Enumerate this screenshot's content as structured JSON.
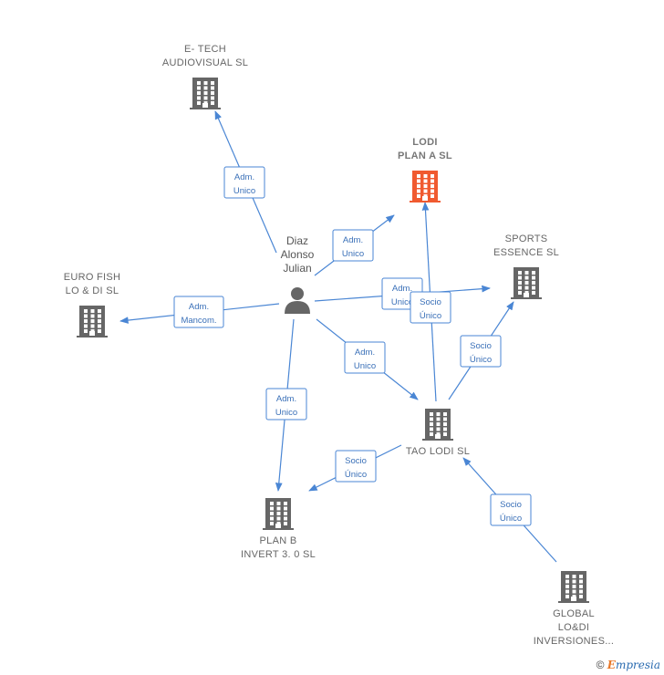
{
  "colors": {
    "edge": "#4a86d4",
    "building": "#666666",
    "building_highlight": "#f05a30",
    "person": "#666666",
    "label": "#666666"
  },
  "nodes": [
    {
      "id": "etech",
      "type": "company",
      "icon": "building-icon",
      "lines": [
        "E- TECH",
        "AUDIOVISUAL SL"
      ]
    },
    {
      "id": "lodi",
      "type": "company",
      "icon": "building-icon",
      "highlight": true,
      "lines": [
        "LODI",
        "PLAN A  SL"
      ]
    },
    {
      "id": "sports",
      "type": "company",
      "icon": "building-icon",
      "lines": [
        "SPORTS",
        "ESSENCE  SL"
      ]
    },
    {
      "id": "eurofish",
      "type": "company",
      "icon": "building-icon",
      "lines": [
        "EURO FISH",
        "LO & DI SL"
      ]
    },
    {
      "id": "person",
      "type": "person",
      "icon": "person-icon",
      "lines": [
        "Diaz",
        "Alonso",
        "Julian"
      ]
    },
    {
      "id": "tao",
      "type": "company",
      "icon": "building-icon",
      "lines": [
        "TAO LODI  SL"
      ]
    },
    {
      "id": "planb",
      "type": "company",
      "icon": "building-icon",
      "lines": [
        "PLAN B",
        "INVERT 3. 0  SL"
      ]
    },
    {
      "id": "global",
      "type": "company",
      "icon": "building-icon",
      "lines": [
        "GLOBAL",
        "LO&DI",
        "INVERSIONES..."
      ]
    }
  ],
  "edges": [
    {
      "from": "person",
      "to": "etech",
      "lines": [
        "Adm.",
        "Unico"
      ]
    },
    {
      "from": "person",
      "to": "lodi",
      "lines": [
        "Adm.",
        "Unico"
      ]
    },
    {
      "from": "person",
      "to": "sports",
      "lines": [
        "Adm.",
        "Unico"
      ]
    },
    {
      "from": "person",
      "to": "eurofish",
      "lines": [
        "Adm.",
        "Mancom."
      ]
    },
    {
      "from": "person",
      "to": "tao",
      "lines": [
        "Adm.",
        "Unico"
      ]
    },
    {
      "from": "person",
      "to": "planb",
      "lines": [
        "Adm.",
        "Unico"
      ]
    },
    {
      "from": "tao",
      "to": "lodi",
      "lines": [
        "Socio",
        "Único"
      ]
    },
    {
      "from": "tao",
      "to": "sports",
      "lines": [
        "Socio",
        "Único"
      ]
    },
    {
      "from": "tao",
      "to": "planb",
      "lines": [
        "Socio",
        "Único"
      ]
    },
    {
      "from": "global",
      "to": "tao",
      "lines": [
        "Socio",
        "Único"
      ]
    }
  ],
  "footer": {
    "copyright": "©",
    "brand_first": "E",
    "brand_rest": "mpresia"
  }
}
